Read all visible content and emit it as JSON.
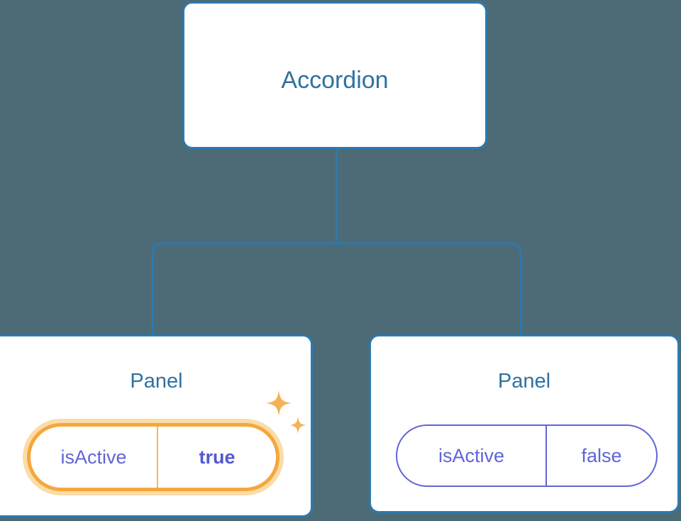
{
  "diagram": {
    "type": "component-tree",
    "background_color": "#4c6b76",
    "accent_color": "#2d79af",
    "title_color": "#2f72a0",
    "prop_color": "#5f66d6",
    "highlight_color": "#f5a73c",
    "highlight_glow_color": "#fbdca9",
    "nodes": [
      {
        "id": "root",
        "label": "Accordion",
        "props": []
      },
      {
        "id": "panel-left",
        "label": "Panel",
        "highlighted": true,
        "props": [
          {
            "key": "isActive",
            "value": "true",
            "emphasized": true
          }
        ]
      },
      {
        "id": "panel-right",
        "label": "Panel",
        "highlighted": false,
        "props": [
          {
            "key": "isActive",
            "value": "false",
            "emphasized": false
          }
        ]
      }
    ],
    "edges": [
      {
        "from": "root",
        "to": "panel-left"
      },
      {
        "from": "root",
        "to": "panel-right"
      }
    ],
    "decorations": [
      {
        "name": "sparkle-large",
        "color": "#f5b255"
      },
      {
        "name": "sparkle-small",
        "color": "#f5b255"
      }
    ]
  }
}
